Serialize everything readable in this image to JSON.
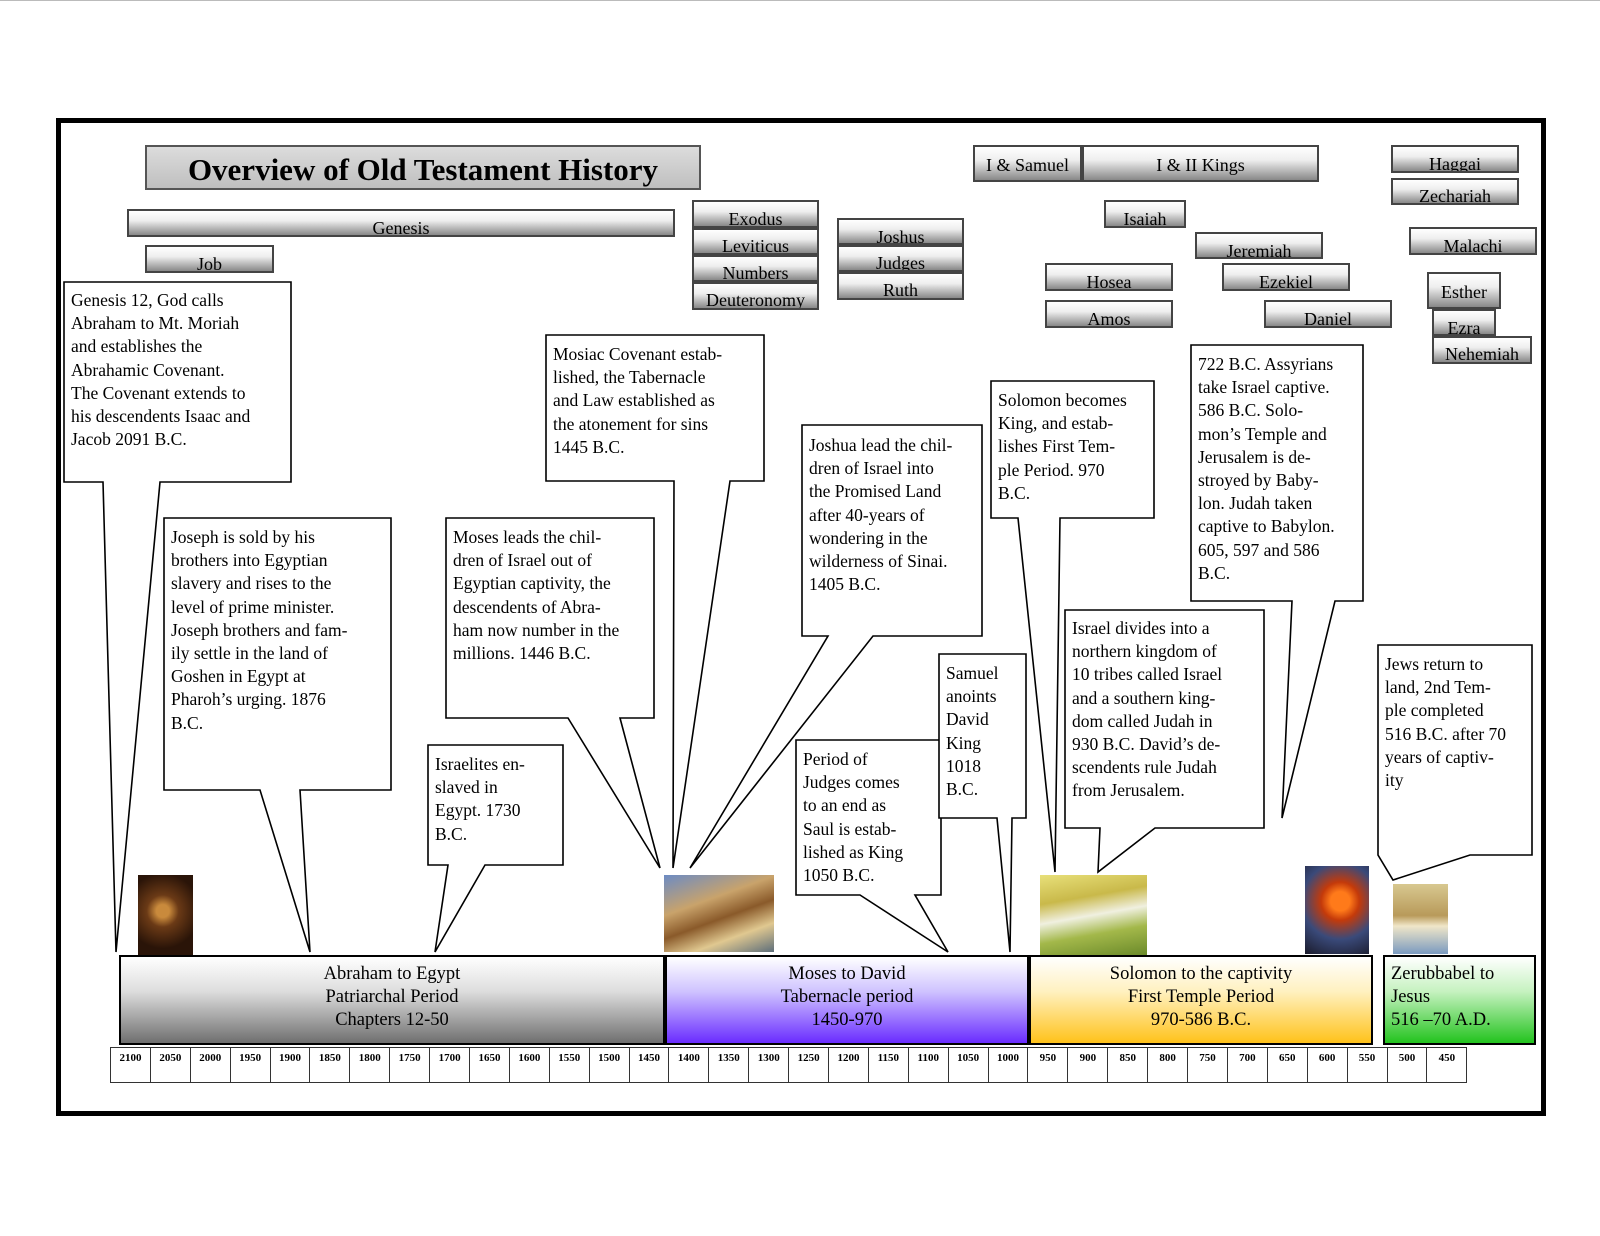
{
  "title": "Overview of Old Testament History",
  "books": {
    "genesis": "Genesis",
    "job": "Job",
    "exodus": "Exodus",
    "leviticus": "Leviticus",
    "numbers": "Numbers",
    "deuteronomy": "Deuteronomy",
    "joshua": "Joshus",
    "judges": "Judges",
    "ruth": "Ruth",
    "samuel": "I & Samuel",
    "kings": "I & II Kings",
    "isaiah": "Isaiah",
    "hosea": "Hosea",
    "amos": "Amos",
    "jeremiah": "Jeremiah",
    "ezekiel": "Ezekiel",
    "daniel": "Daniel",
    "haggai": "Haggai",
    "zechariah": "Zechariah",
    "malachi": "Malachi",
    "esther": "Esther",
    "ezra": "Ezra",
    "nehemiah": "Nehemiah"
  },
  "notes": {
    "abraham": [
      "Genesis 12, God calls",
      "Abraham to Mt. Moriah",
      "and establishes the",
      "Abrahamic Covenant.",
      "The Covenant extends to",
      "his descendents Isaac  and",
      "Jacob  2091 B.C."
    ],
    "joseph": [
      "Joseph is sold by his",
      "brothers into Egyptian",
      "slavery and rises to the",
      "level of prime minister.",
      "Joseph brothers and fam-",
      "ily settle in the land of",
      "Goshen in Egypt at",
      "Pharoh’s  urging.  1876",
      "B.C."
    ],
    "israelites": [
      "Israelites en-",
      "slaved in",
      "Egypt. 1730",
      "B.C."
    ],
    "moses": [
      "Moses leads the chil-",
      "dren of Israel out of",
      "Egyptian captivity, the",
      "descendents of Abra-",
      "ham now number in the",
      "millions.  1446 B.C."
    ],
    "mosaic": [
      "Mosiac Covenant estab-",
      "lished, the Tabernacle",
      "and Law established as",
      "the atonement for sins",
      "1445 B.C."
    ],
    "joshua": [
      "Joshua lead the chil-",
      "dren of Israel into",
      "the Promised Land",
      "after 40-years of",
      "wondering in the",
      "wilderness of Sinai.",
      "1405 B.C."
    ],
    "judges": [
      "Period of",
      "Judges comes",
      "to an end as",
      "Saul is estab-",
      "lished as King",
      "1050 B.C."
    ],
    "samuel": [
      "Samuel",
      "anoints",
      "David",
      "King",
      "1018",
      "B.C."
    ],
    "solomon": [
      "Solomon becomes",
      "King, and estab-",
      "lishes First Tem-",
      "ple Period. 970",
      "B.C."
    ],
    "divides": [
      "Israel divides into a",
      "northern kingdom of",
      "10 tribes called Israel",
      "and a southern king-",
      "dom called Judah in",
      "930 B.C. David’s de-",
      "scendents rule Judah",
      "from Jerusalem."
    ],
    "captive": [
      "722 B.C. Assyrians",
      "take Israel captive.",
      "586 B.C. Solo-",
      "mon’s Temple and",
      "Jerusalem is de-",
      "stroyed by Baby-",
      "lon.  Judah taken",
      "captive to Babylon.",
      "605, 597 and 586",
      "B.C."
    ],
    "return": [
      "Jews return to",
      "land, 2nd Tem-",
      "ple completed",
      "516 B.C. after 70",
      "years of captiv-",
      "ity"
    ]
  },
  "periods": [
    {
      "lines": [
        "Abraham to Egypt",
        "Patriarchal Period",
        "Chapters 12-50"
      ]
    },
    {
      "lines": [
        "Moses to David",
        "Tabernacle  period",
        "1450-970"
      ]
    },
    {
      "lines": [
        "Solomon to  the captivity",
        "First Temple Period",
        "970-586 B.C."
      ]
    },
    {
      "lines": [
        "Zerubbabel to",
        "Jesus",
        "516 –70 A.D."
      ]
    }
  ],
  "ticks": [
    "2100",
    "2050",
    "2000",
    "1950",
    "1900",
    "1850",
    "1800",
    "1750",
    "1700",
    "1650",
    "1600",
    "1550",
    "1500",
    "1450",
    "1400",
    "1350",
    "1300",
    "1250",
    "1200",
    "1150",
    "1100",
    "1050",
    "1000",
    "950",
    "900",
    "850",
    "800",
    "750",
    "700",
    "650",
    "600",
    "550",
    "500",
    "450"
  ]
}
